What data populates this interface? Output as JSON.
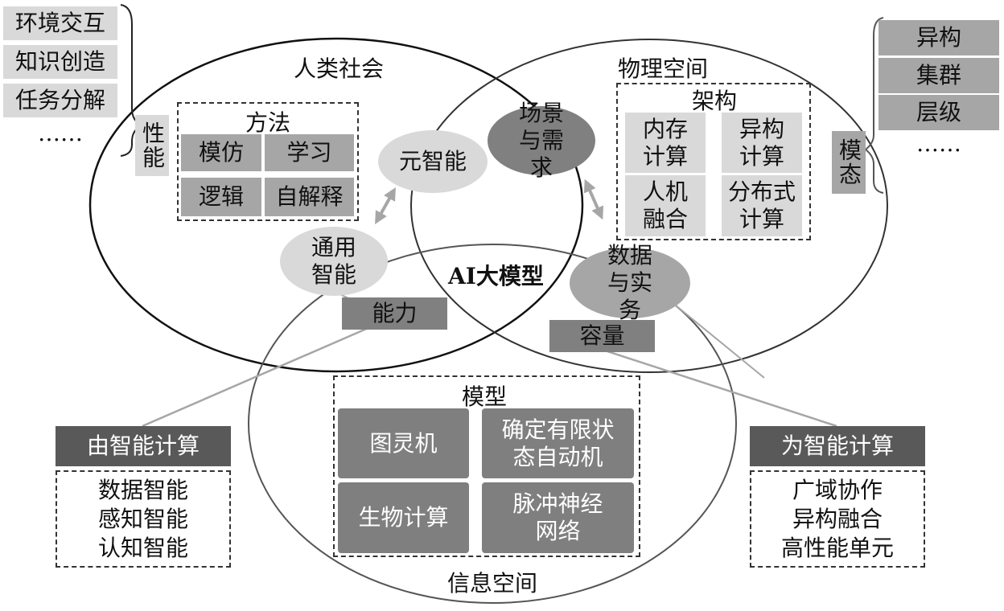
{
  "circles": {
    "human_society": "人类社会",
    "physical_space": "物理空间",
    "information_space": "信息空间",
    "center": "AI大模型"
  },
  "left_list": [
    "环境交互",
    "知识创造",
    "任务分解",
    "……"
  ],
  "performance_label": "性能",
  "method": {
    "title": "方法",
    "items": [
      "模仿",
      "学习",
      "逻辑",
      "自解释"
    ]
  },
  "meta_intelligence": "元智能",
  "general_intelligence": "通用智能",
  "scenario_demand": "场景与需求",
  "data_practice": "数据与实务",
  "capability": "能力",
  "capacity": "容量",
  "architecture": {
    "title": "架构",
    "items": [
      "内存计算",
      "异构计算",
      "人机融合",
      "分布式计算"
    ]
  },
  "right_list": [
    "异构",
    "集群",
    "层级",
    "……"
  ],
  "modality_label": "模态",
  "model": {
    "title": "模型",
    "items": [
      "图灵机",
      "确定有限状态自动机",
      "生物计算",
      "脉冲神经网络"
    ]
  },
  "by_intelligent_computing": {
    "title": "由智能计算",
    "items": [
      "数据智能",
      "感知智能",
      "认知智能"
    ]
  },
  "for_intelligent_computing": {
    "title": "为智能计算",
    "items": [
      "广域协作",
      "异构融合",
      "高性能单元"
    ]
  },
  "colors": {
    "light": "#d9d9d9",
    "mid": "#a6a6a6",
    "dark": "#808080",
    "darker": "#595959",
    "model": "#7f7f7f"
  }
}
